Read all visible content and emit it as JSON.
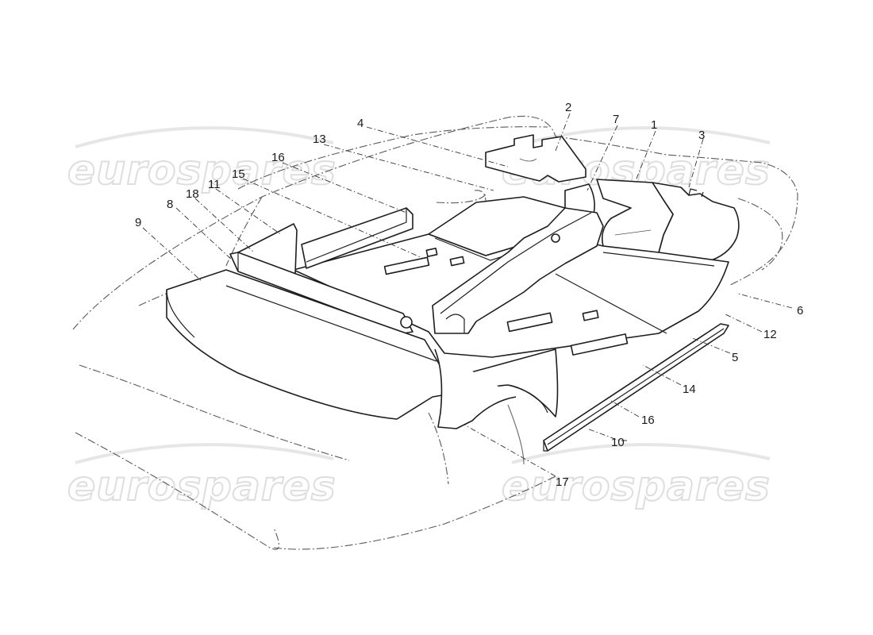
{
  "watermark": {
    "brand": "eurospares"
  },
  "callouts": [
    {
      "id": "1",
      "label": "1"
    },
    {
      "id": "2",
      "label": "2"
    },
    {
      "id": "3",
      "label": "3"
    },
    {
      "id": "4",
      "label": "4"
    },
    {
      "id": "5",
      "label": "5"
    },
    {
      "id": "6",
      "label": "6"
    },
    {
      "id": "7",
      "label": "7"
    },
    {
      "id": "8",
      "label": "8"
    },
    {
      "id": "9",
      "label": "9"
    },
    {
      "id": "10",
      "label": "10"
    },
    {
      "id": "11",
      "label": "11"
    },
    {
      "id": "12",
      "label": "12"
    },
    {
      "id": "13",
      "label": "13"
    },
    {
      "id": "14",
      "label": "14"
    },
    {
      "id": "15",
      "label": "15"
    },
    {
      "id": "16a",
      "label": "16"
    },
    {
      "id": "16b",
      "label": "16"
    },
    {
      "id": "17",
      "label": "17"
    },
    {
      "id": "18",
      "label": "18"
    }
  ]
}
